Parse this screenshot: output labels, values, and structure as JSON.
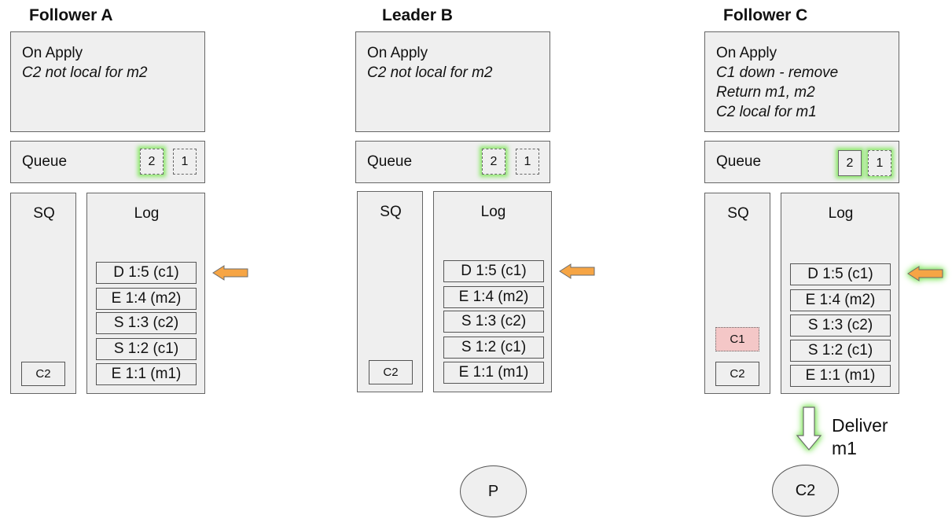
{
  "nodes": [
    {
      "title": "Follower A",
      "apply": {
        "label": "On Apply",
        "lines": [
          "C2 not local for m2"
        ]
      },
      "queue": {
        "label": "Queue",
        "items": [
          "2",
          "1"
        ]
      },
      "sq": {
        "label": "SQ",
        "items": [
          "C2"
        ]
      },
      "log": {
        "label": "Log",
        "entries": [
          "D 1:5 (c1)",
          "E 1:4 (m2)",
          "S 1:3 (c2)",
          "S 1:2 (c1)",
          "E 1:1 (m1)"
        ]
      }
    },
    {
      "title": "Leader B",
      "apply": {
        "label": "On Apply",
        "lines": [
          "C2 not local for m2"
        ]
      },
      "queue": {
        "label": "Queue",
        "items": [
          "2",
          "1"
        ]
      },
      "sq": {
        "label": "SQ",
        "items": [
          "C2"
        ]
      },
      "log": {
        "label": "Log",
        "entries": [
          "D 1:5 (c1)",
          "E 1:4 (m2)",
          "S 1:3 (c2)",
          "S 1:2 (c1)",
          "E 1:1 (m1)"
        ]
      }
    },
    {
      "title": "Follower C",
      "apply": {
        "label": "On Apply",
        "lines": [
          "C1 down - remove",
          "Return m1, m2",
          "C2 local for m1"
        ]
      },
      "queue": {
        "label": "Queue",
        "items": [
          "2",
          "1"
        ]
      },
      "sq": {
        "label": "SQ",
        "items": [
          "C1",
          "C2"
        ]
      },
      "log": {
        "label": "Log",
        "entries": [
          "D 1:5 (c1)",
          "E 1:4 (m2)",
          "S 1:3 (c2)",
          "S 1:2 (c1)",
          "E 1:1 (m1)"
        ]
      }
    }
  ],
  "deliver": {
    "line1": "Deliver",
    "line2": "m1"
  },
  "clients": {
    "p": "P",
    "c2": "C2"
  },
  "colors": {
    "box_fill": "#efefef",
    "border": "#666666",
    "arrow_fill": "#f6a545",
    "glow": "#8ee86e",
    "c1_fill": "#f4c7c7"
  },
  "icons": [
    "pointer-arrow-icon",
    "down-arrow-icon"
  ]
}
